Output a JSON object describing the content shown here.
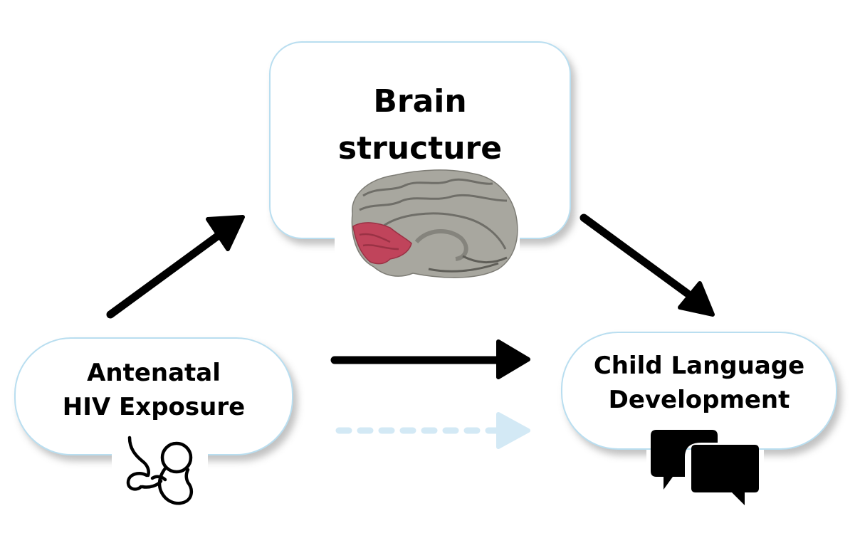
{
  "diagram": {
    "nodes": {
      "brain": {
        "lines": [
          "Brain",
          "structure"
        ],
        "icon": "brain-icon",
        "highlight_color": "#c0445b"
      },
      "exposure": {
        "lines": [
          "Antenatal",
          "HIV Exposure"
        ],
        "icon": "fetus-icon"
      },
      "outcome": {
        "lines": [
          "Child Language",
          "Development"
        ],
        "icon": "speech-bubbles-icon"
      }
    },
    "edges": [
      {
        "from": "exposure",
        "to": "brain",
        "style": "solid",
        "color": "#000000"
      },
      {
        "from": "brain",
        "to": "outcome",
        "style": "solid",
        "color": "#000000"
      },
      {
        "from": "exposure",
        "to": "outcome",
        "style": "solid",
        "color": "#000000"
      },
      {
        "from": "exposure",
        "to": "outcome",
        "style": "dashed",
        "color": "#d3e9f5"
      }
    ],
    "colors": {
      "box_border": "#b9def0",
      "brain_gray": "#a8a79f",
      "brain_red": "#c0445b"
    }
  }
}
